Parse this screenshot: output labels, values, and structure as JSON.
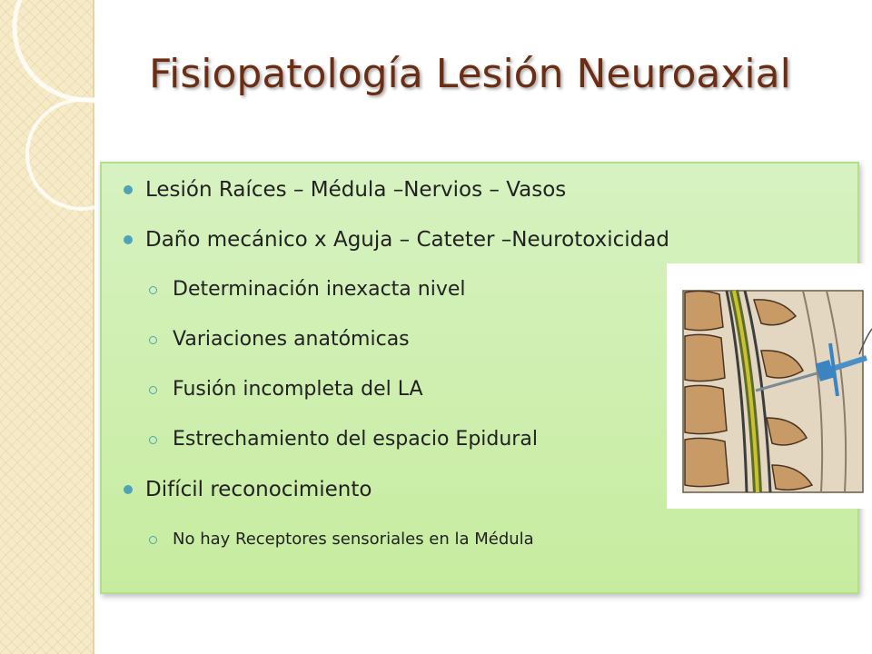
{
  "slide": {
    "title": "Fisiopatología Lesión Neuroaxial",
    "bullets": [
      {
        "level": 1,
        "text": "Lesión Raíces – Médula –Nervios – Vasos"
      },
      {
        "level": 1,
        "text": "Daño mecánico x Aguja – Cateter –Neurotoxicidad"
      },
      {
        "level": 2,
        "text": "Determinación inexacta nivel"
      },
      {
        "level": 2,
        "text": "Variaciones anatómicas"
      },
      {
        "level": 2,
        "text": "Fusión incompleta del LA"
      },
      {
        "level": 2,
        "text": "Estrechamiento del espacio Epidural"
      },
      {
        "level": 1,
        "text": "Difícil reconocimiento"
      },
      {
        "level": 2,
        "text": "No hay  Receptores sensoriales en la Médula"
      }
    ]
  },
  "colors": {
    "title": "#6b2d14",
    "content_background": "#c7ec9f",
    "bullet": "#4fa3b7",
    "side_strip": "#f6ebc8"
  },
  "icons": {
    "bullet_level_1": "filled-circle-bullet",
    "bullet_level_2": "hollow-ring-bullet"
  },
  "image": {
    "description_name": "spinal-needle-illustration"
  }
}
